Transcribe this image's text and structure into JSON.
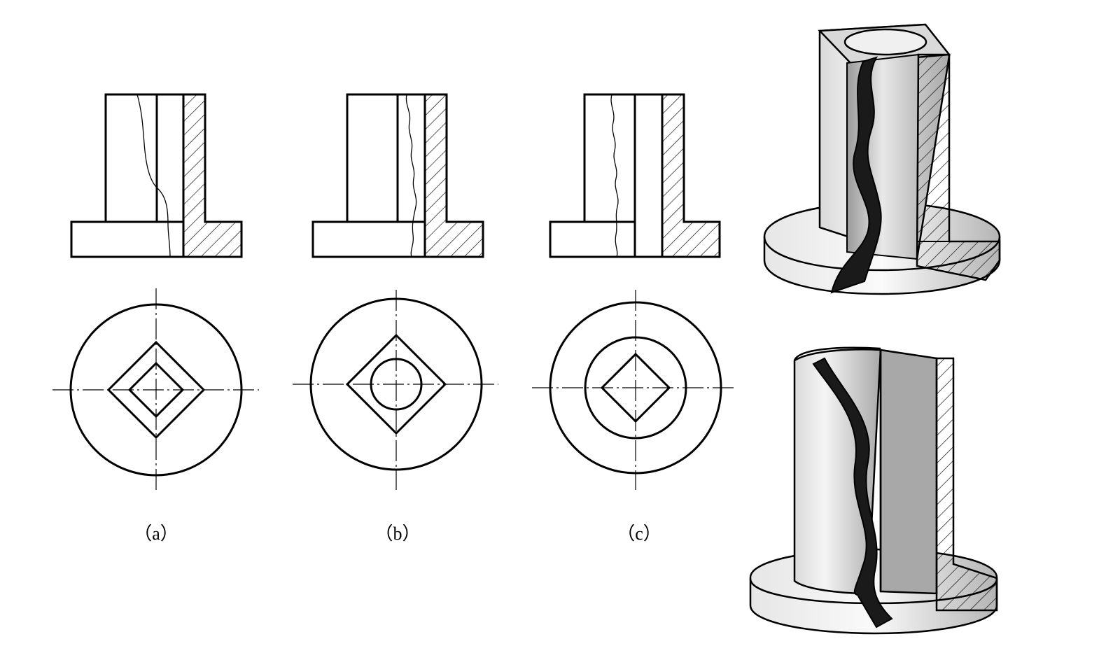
{
  "labels": {
    "a": "（a）",
    "b": "（b）",
    "c": "（c）"
  },
  "colors": {
    "line": "#000000",
    "shade": "#d0d0d0",
    "dark": "#1a1a1a"
  }
}
